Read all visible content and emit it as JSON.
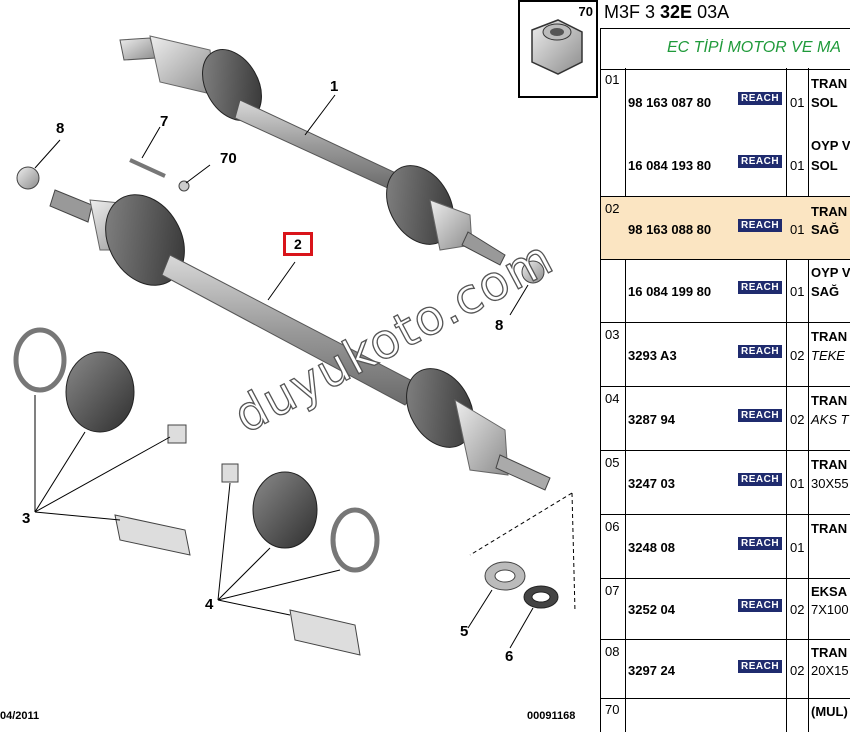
{
  "diagram": {
    "callouts": [
      "1",
      "2",
      "3",
      "4",
      "5",
      "6",
      "7",
      "8",
      "8",
      "70"
    ],
    "date": "04/2011",
    "diagram_number": "00091168",
    "watermark": "duyukoto.com",
    "ref_box_number": "70"
  },
  "header": {
    "code_prefix": "M3F 3",
    "code_bold": "32E",
    "code_suffix": "03A",
    "title": "EC TİPİ MOTOR VE MA"
  },
  "colors": {
    "highlight": "#fbe5c2",
    "badge": "#1f2b6e",
    "title": "#1f9a3a",
    "callout_box": "#d9141a"
  },
  "rows": [
    {
      "idx": "01",
      "ref": "98 163 087 80",
      "badge": "REACH",
      "qty": "01",
      "desc1": "TRAN",
      "desc2": "SOL"
    },
    {
      "idx": "",
      "ref": "16 084 193 80",
      "badge": "REACH",
      "qty": "01",
      "desc1": "OYP V",
      "desc2": "SOL"
    },
    {
      "idx": "02",
      "ref": "98 163 088 80",
      "badge": "REACH",
      "qty": "01",
      "desc1": "TRAN",
      "desc2": "SAĞ"
    },
    {
      "idx": "",
      "ref": "16 084 199 80",
      "badge": "REACH",
      "qty": "01",
      "desc1": "OYP V",
      "desc2": "SAĞ"
    },
    {
      "idx": "03",
      "ref": "3293 A3",
      "badge": "REACH",
      "qty": "02",
      "desc1": "TRAN",
      "desc2": "TEKE"
    },
    {
      "idx": "04",
      "ref": "3287 94",
      "badge": "REACH",
      "qty": "02",
      "desc1": "TRAN",
      "desc2": "AKS T"
    },
    {
      "idx": "05",
      "ref": "3247 03",
      "badge": "REACH",
      "qty": "01",
      "desc1": "TRAN",
      "desc2": "30X55"
    },
    {
      "idx": "06",
      "ref": "3248 08",
      "badge": "REACH",
      "qty": "01",
      "desc1": "TRAN",
      "desc2": ""
    },
    {
      "idx": "07",
      "ref": "3252 04",
      "badge": "REACH",
      "qty": "02",
      "desc1": "EKSA",
      "desc2": "7X100"
    },
    {
      "idx": "08",
      "ref": "3297 24",
      "badge": "REACH",
      "qty": "02",
      "desc1": "TRAN",
      "desc2": "20X15"
    }
  ],
  "last_row": {
    "idx": "70",
    "desc": "(MUL)"
  }
}
